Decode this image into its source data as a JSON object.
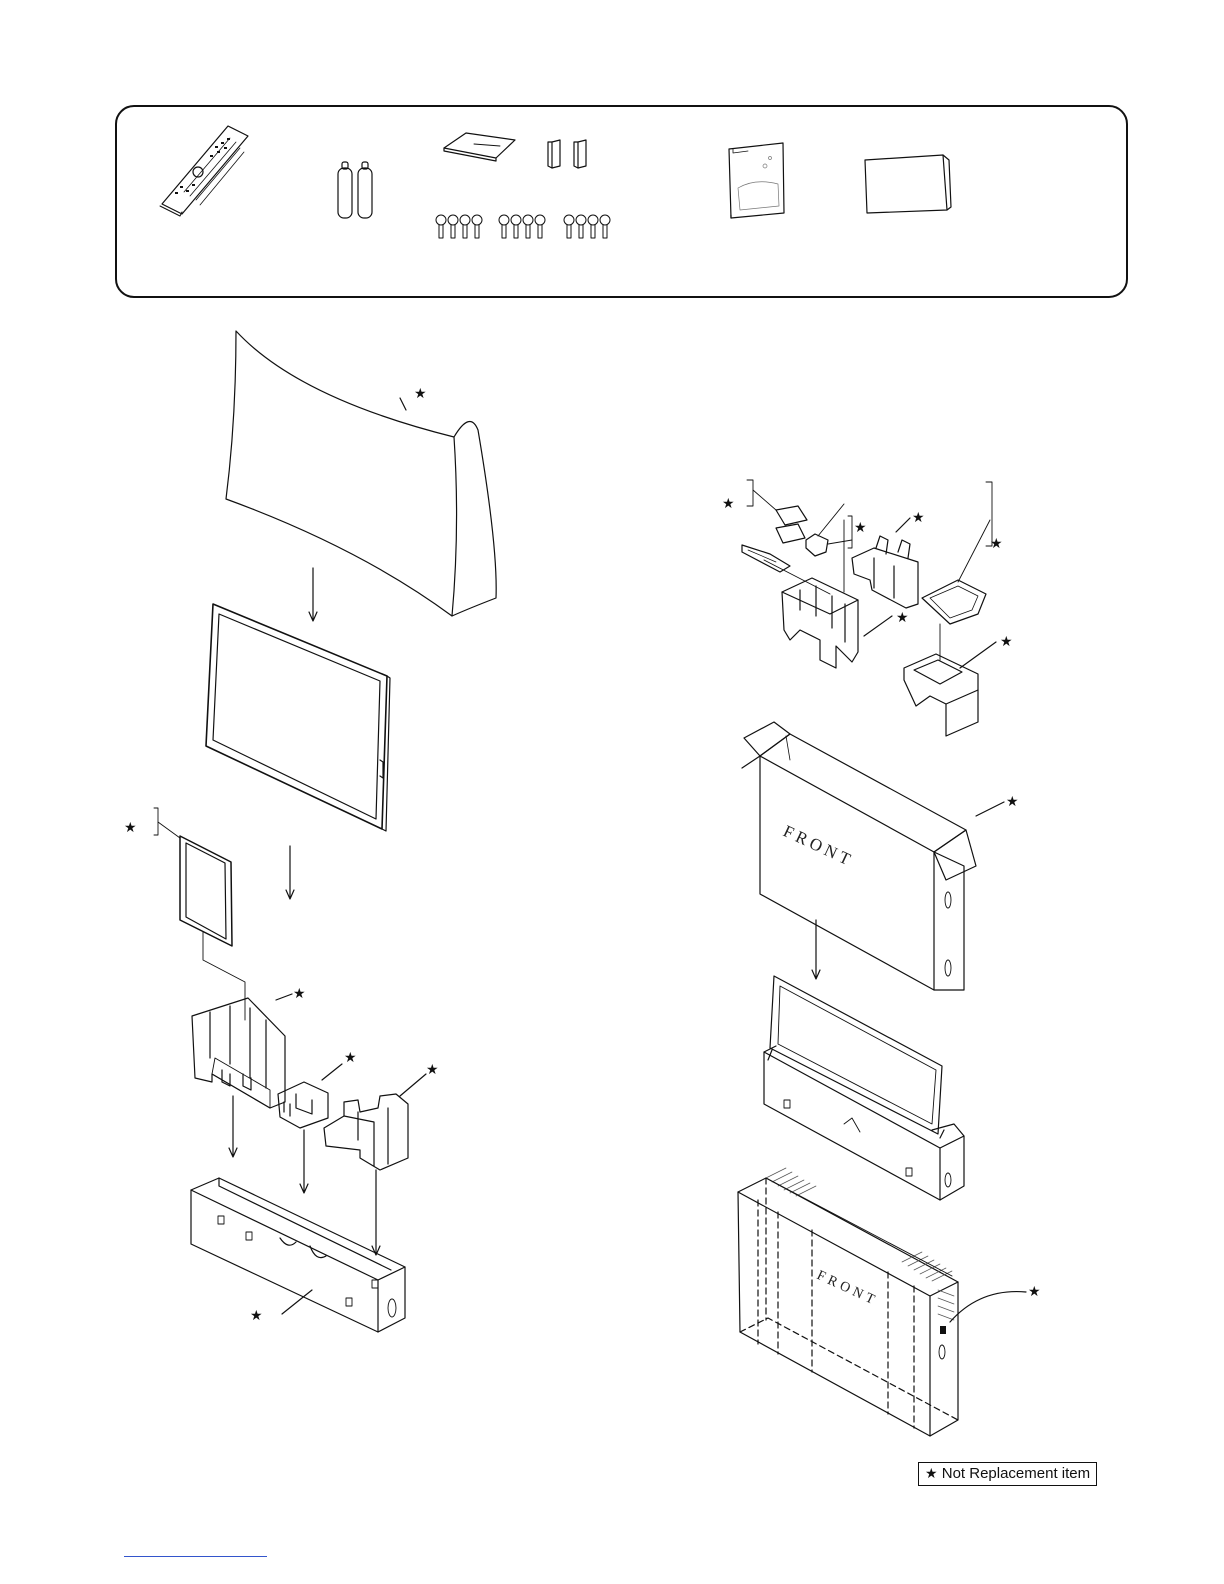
{
  "marker_symbol": "★",
  "legend": {
    "star": "★",
    "text": "Not Replacement item"
  },
  "labels": {
    "front_top": "FRONT",
    "front_bottom": "FRONT"
  },
  "colors": {
    "line": "#111111",
    "link": "#3355cc",
    "hatch": "#555555"
  },
  "icons": [
    "remote-control-icon",
    "batteries-icon",
    "stand-plate-icon",
    "brackets-icon",
    "screws-icon",
    "manual-booklet-icon",
    "paper-sheet-icon"
  ]
}
